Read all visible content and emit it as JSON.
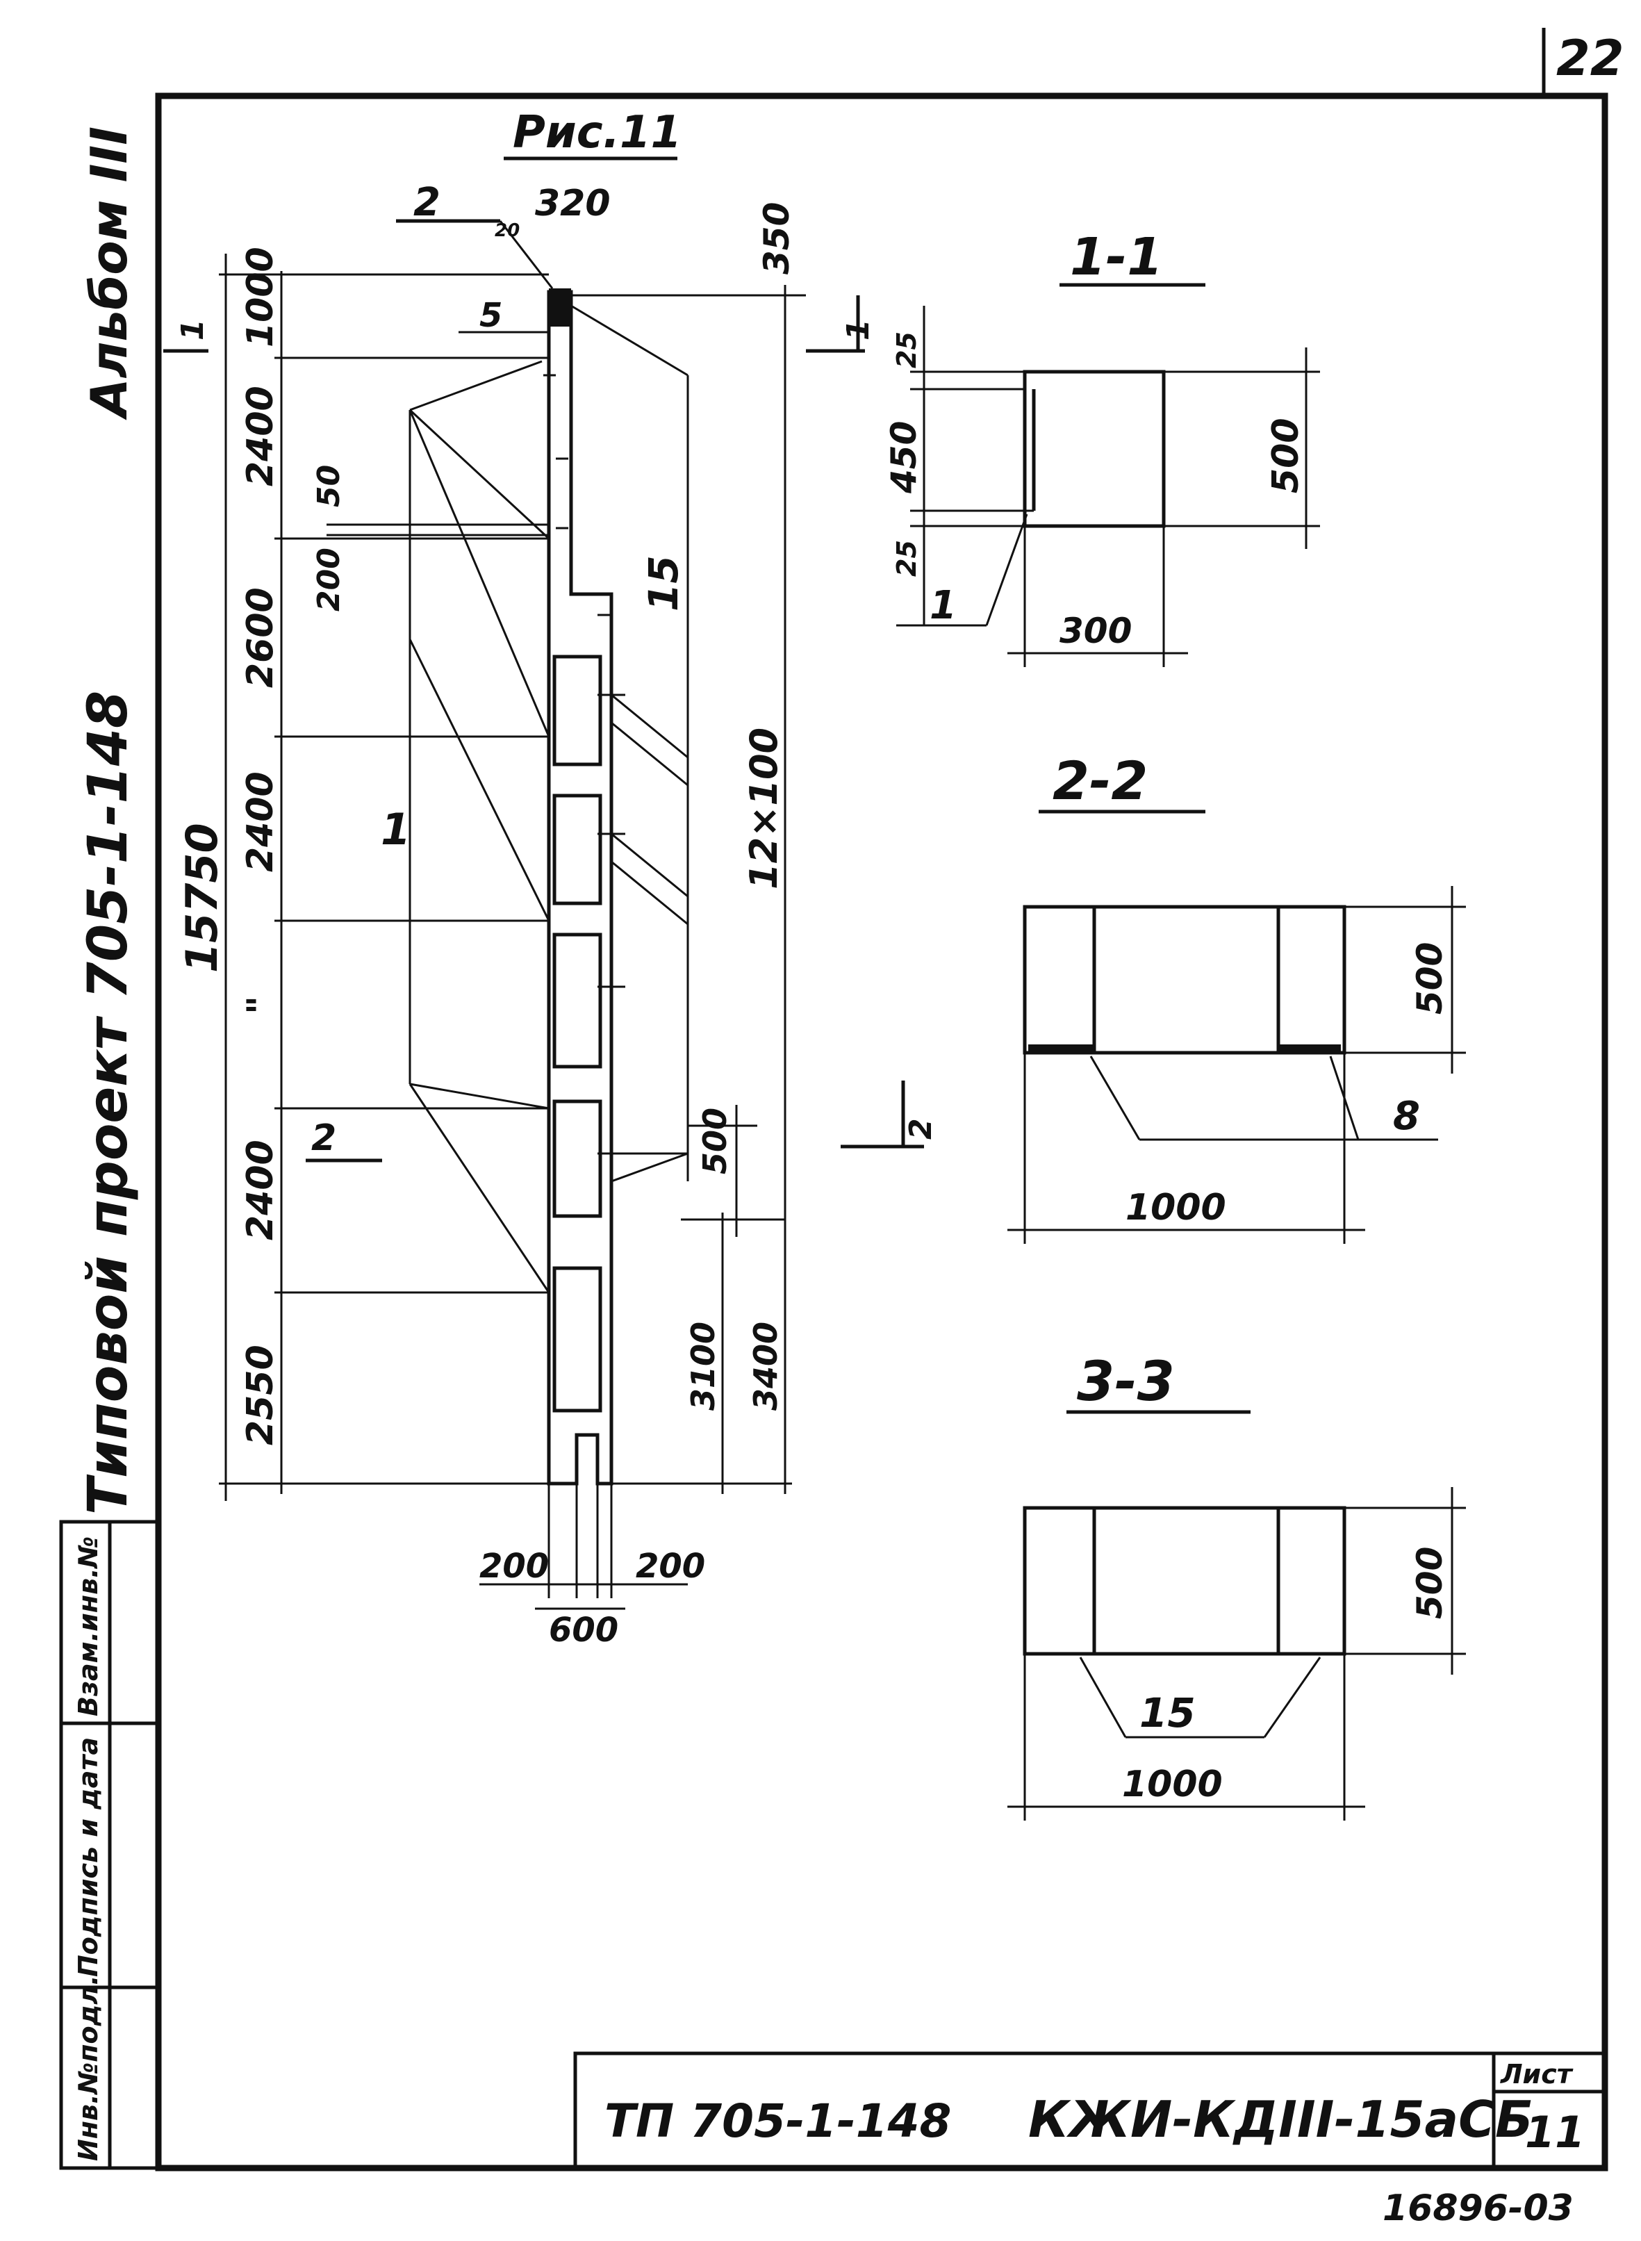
{
  "sheet": {
    "corner_number": "22",
    "figure_title": "Рис.11",
    "album_label": "Альбом III",
    "project_label": "Типовой проект 705-1-148",
    "footer_number": "16896-03"
  },
  "side_stamp": {
    "cells": [
      "Инв.№подл.",
      "Подпись и дата",
      "Взам.инв.№"
    ]
  },
  "title_block": {
    "project_code": "ТП 705-1-148",
    "drawing_code": "КЖИ-КДIII-15аСБ",
    "sheet_label": "Лист",
    "sheet_number": "11"
  },
  "elevation": {
    "top_width": "320",
    "mark_2": "2",
    "mark_5": "5",
    "small_dim": "20",
    "right_top_offset": "350",
    "section_marks": [
      "1",
      "2",
      "1",
      "2"
    ],
    "left_chain": [
      "1000",
      "2400",
      "2600",
      "2400",
      "\"",
      "2400",
      "2550"
    ],
    "total_height": "15750",
    "inner_dims": [
      "50",
      "200"
    ],
    "label_1": "1",
    "label_15": "15",
    "right_spacing": "12×100",
    "dim_500": "500",
    "dim_3100": "3100",
    "dim_3400": "3400",
    "bottom_dims": [
      "200",
      "200",
      "600"
    ]
  },
  "section_1_1": {
    "title": "1-1",
    "height_dims": [
      "25",
      "450",
      "25"
    ],
    "total_height": "500",
    "width": "300",
    "callout": "1"
  },
  "section_2_2": {
    "title": "2-2",
    "height": "500",
    "width": "1000",
    "callout": "8"
  },
  "section_3_3": {
    "title": "3-3",
    "height": "500",
    "width": "1000",
    "callout": "15"
  }
}
